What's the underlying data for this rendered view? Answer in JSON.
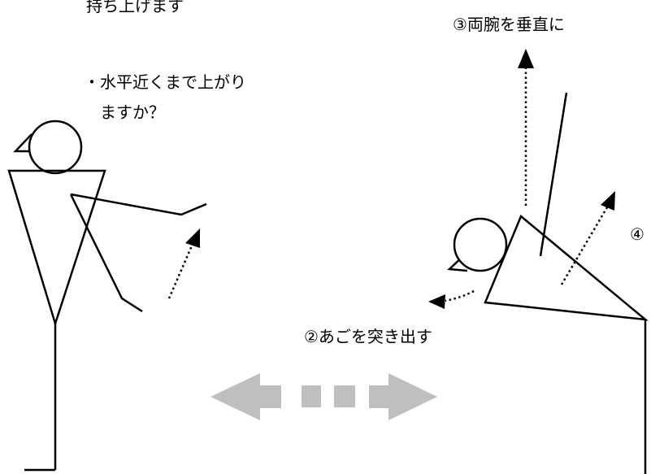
{
  "labels": {
    "top_left_partial": "持ち上げます",
    "question_line1": "・水平近くまで上がり",
    "question_line2": "ますか？",
    "step3": "③両腕を垂直に",
    "step2": "②あごを突き出す",
    "step4_partial": "④"
  },
  "colors": {
    "line": "#000000",
    "arrow_gray": "#bfbfbf"
  }
}
